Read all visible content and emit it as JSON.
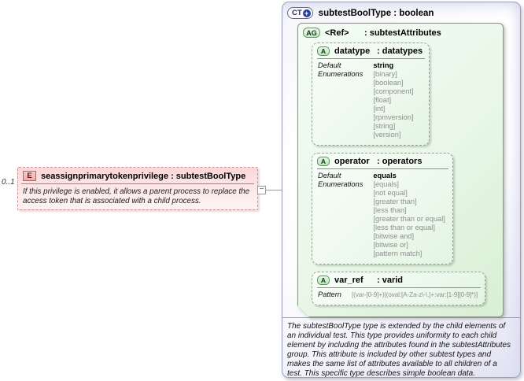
{
  "element": {
    "cardinality": "0..1",
    "badge": "E",
    "title": "seassignprimarytokenprivilege : subtestBoolType",
    "annotation": "If this privilege is enabled, it allows a parent process to replace the access token that is associated with a child process."
  },
  "connector": {
    "collapse_glyph": "−"
  },
  "complex_type": {
    "badge": "CT",
    "badge_plus": "+",
    "title": "subtestBoolType : boolean",
    "attribute_group": {
      "badge": "AG",
      "ref_label": "<Ref>",
      "type_label": ": subtestAttributes",
      "attributes": [
        {
          "badge": "A",
          "name": "datatype",
          "type_label": ": datatypes",
          "facets": [
            {
              "label": "Default",
              "emphasis": true,
              "values": [
                "string"
              ]
            },
            {
              "label": "Enumerations",
              "values": [
                "[binary]",
                "[boolean]",
                "[component]",
                "[float]",
                "[int]",
                "[rpmversion]",
                "[string]",
                "[version]"
              ]
            }
          ]
        },
        {
          "badge": "A",
          "name": "operator",
          "type_label": ": operators",
          "facets": [
            {
              "label": "Default",
              "emphasis": true,
              "values": [
                "equals"
              ]
            },
            {
              "label": "Enumerations",
              "values": [
                "[equals]",
                "[not equal]",
                "[greater than]",
                "[less than]",
                "[greater than or equal]",
                "[less than or equal]",
                "[bitwise and]",
                "[bitwise or]",
                "[pattern match]"
              ]
            }
          ]
        },
        {
          "badge": "A",
          "name": "var_ref",
          "type_label": ": varid",
          "compact": true,
          "facets": [
            {
              "label": "Pattern",
              "values": [
                "[(var-[0-9]+)|(oval:[A-Za-z\\-\\.]+:var:[1-9][0-9]*)]"
              ]
            }
          ]
        }
      ]
    },
    "description": "The subtestBoolType type is extended by the child elements of an individual test.  This type provides uniformity to each child element by including the attributes found in the subtestAttributes group.  This attribute is included by other subtest types and makes the same list of attributes available to all children of a test.  This specific type describes simple boolean data."
  }
}
